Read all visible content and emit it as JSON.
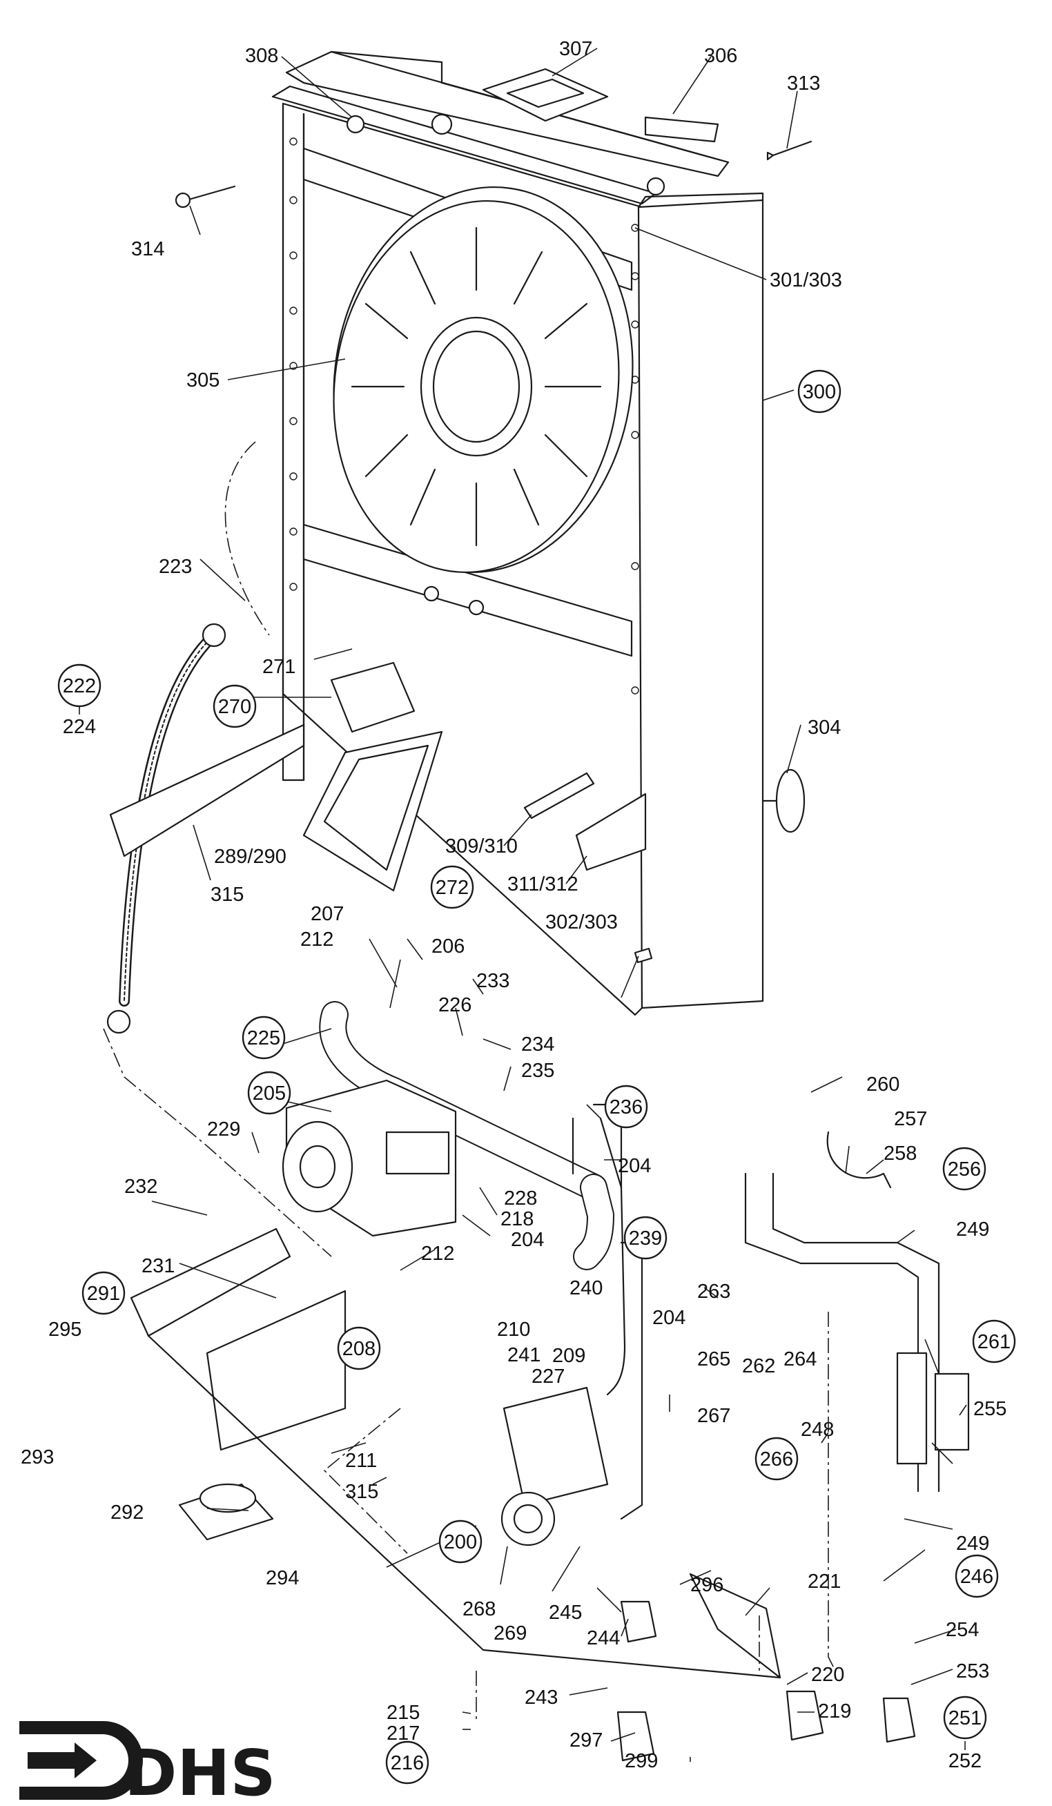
{
  "logo": {
    "text": "DHS"
  },
  "parts": [
    {
      "id": "p308",
      "label": "308",
      "circled": false
    },
    {
      "id": "p307",
      "label": "307",
      "circled": false
    },
    {
      "id": "p306",
      "label": "306",
      "circled": false
    },
    {
      "id": "p313",
      "label": "313",
      "circled": false
    },
    {
      "id": "p314",
      "label": "314",
      "circled": false
    },
    {
      "id": "p301",
      "label": "301/303",
      "circled": false
    },
    {
      "id": "p305",
      "label": "305",
      "circled": false
    },
    {
      "id": "p300",
      "label": "300",
      "circled": true
    },
    {
      "id": "p223",
      "label": "223",
      "circled": false
    },
    {
      "id": "p271",
      "label": "271",
      "circled": false
    },
    {
      "id": "p222",
      "label": "222",
      "circled": true
    },
    {
      "id": "p224",
      "label": "224",
      "circled": false
    },
    {
      "id": "p270",
      "label": "270",
      "circled": true
    },
    {
      "id": "p304",
      "label": "304",
      "circled": false
    },
    {
      "id": "p289",
      "label": "289/290",
      "circled": false
    },
    {
      "id": "p315a",
      "label": "315",
      "circled": false
    },
    {
      "id": "p309",
      "label": "309/310",
      "circled": false
    },
    {
      "id": "p272",
      "label": "272",
      "circled": true
    },
    {
      "id": "p311",
      "label": "311/312",
      "circled": false
    },
    {
      "id": "p207",
      "label": "207",
      "circled": false
    },
    {
      "id": "p212a",
      "label": "212",
      "circled": false
    },
    {
      "id": "p206",
      "label": "206",
      "circled": false
    },
    {
      "id": "p302",
      "label": "302/303",
      "circled": false
    },
    {
      "id": "p233",
      "label": "233",
      "circled": false
    },
    {
      "id": "p226",
      "label": "226",
      "circled": false
    },
    {
      "id": "p225",
      "label": "225",
      "circled": true
    },
    {
      "id": "p234",
      "label": "234",
      "circled": false
    },
    {
      "id": "p235",
      "label": "235",
      "circled": false
    },
    {
      "id": "p205",
      "label": "205",
      "circled": true
    },
    {
      "id": "p236",
      "label": "236",
      "circled": true
    },
    {
      "id": "p260",
      "label": "260",
      "circled": false
    },
    {
      "id": "p257",
      "label": "257",
      "circled": false
    },
    {
      "id": "p229",
      "label": "229",
      "circled": false
    },
    {
      "id": "p204a",
      "label": "204",
      "circled": false
    },
    {
      "id": "p258",
      "label": "258",
      "circled": false
    },
    {
      "id": "p256",
      "label": "256",
      "circled": true
    },
    {
      "id": "p232",
      "label": "232",
      "circled": false
    },
    {
      "id": "p228",
      "label": "228",
      "circled": false
    },
    {
      "id": "p218",
      "label": "218",
      "circled": false
    },
    {
      "id": "p204b",
      "label": "204",
      "circled": false
    },
    {
      "id": "p239",
      "label": "239",
      "circled": true
    },
    {
      "id": "p249a",
      "label": "249",
      "circled": false
    },
    {
      "id": "p231",
      "label": "231",
      "circled": false
    },
    {
      "id": "p212b",
      "label": "212",
      "circled": false
    },
    {
      "id": "p263",
      "label": "263",
      "circled": false
    },
    {
      "id": "p240",
      "label": "240",
      "circled": false
    },
    {
      "id": "p291",
      "label": "291",
      "circled": true
    },
    {
      "id": "p204c",
      "label": "204",
      "circled": false
    },
    {
      "id": "p261",
      "label": "261",
      "circled": true
    },
    {
      "id": "p295",
      "label": "295",
      "circled": false
    },
    {
      "id": "p210",
      "label": "210",
      "circled": false
    },
    {
      "id": "p265",
      "label": "265",
      "circled": false
    },
    {
      "id": "p262",
      "label": "262",
      "circled": false
    },
    {
      "id": "p264",
      "label": "264",
      "circled": false
    },
    {
      "id": "p208",
      "label": "208",
      "circled": true
    },
    {
      "id": "p241",
      "label": "241",
      "circled": false
    },
    {
      "id": "p209",
      "label": "209",
      "circled": false
    },
    {
      "id": "p227",
      "label": "227",
      "circled": false
    },
    {
      "id": "p255",
      "label": "255",
      "circled": false
    },
    {
      "id": "p267",
      "label": "267",
      "circled": false
    },
    {
      "id": "p248",
      "label": "248",
      "circled": false
    },
    {
      "id": "p293",
      "label": "293",
      "circled": false
    },
    {
      "id": "p266",
      "label": "266",
      "circled": true
    },
    {
      "id": "p211",
      "label": "211",
      "circled": false
    },
    {
      "id": "p315b",
      "label": "315",
      "circled": false
    },
    {
      "id": "p249b",
      "label": "249",
      "circled": false
    },
    {
      "id": "p292",
      "label": "292",
      "circled": false
    },
    {
      "id": "p200",
      "label": "200",
      "circled": true
    },
    {
      "id": "p246",
      "label": "246",
      "circled": true
    },
    {
      "id": "p294",
      "label": "294",
      "circled": false
    },
    {
      "id": "p296",
      "label": "296",
      "circled": false
    },
    {
      "id": "p221",
      "label": "221",
      "circled": false
    },
    {
      "id": "p268",
      "label": "268",
      "circled": false
    },
    {
      "id": "p245",
      "label": "245",
      "circled": false
    },
    {
      "id": "p269",
      "label": "269",
      "circled": false
    },
    {
      "id": "p254",
      "label": "254",
      "circled": false
    },
    {
      "id": "p244",
      "label": "244",
      "circled": false
    },
    {
      "id": "p220",
      "label": "220",
      "circled": false
    },
    {
      "id": "p253",
      "label": "253",
      "circled": false
    },
    {
      "id": "p243",
      "label": "243",
      "circled": false
    },
    {
      "id": "p219",
      "label": "219",
      "circled": false
    },
    {
      "id": "p251",
      "label": "251",
      "circled": true
    },
    {
      "id": "p215",
      "label": "215",
      "circled": false
    },
    {
      "id": "p297",
      "label": "297",
      "circled": false
    },
    {
      "id": "p217",
      "label": "217",
      "circled": false
    },
    {
      "id": "p252",
      "label": "252",
      "circled": false
    },
    {
      "id": "p216",
      "label": "216",
      "circled": true
    },
    {
      "id": "p299",
      "label": "299",
      "circled": false
    }
  ]
}
